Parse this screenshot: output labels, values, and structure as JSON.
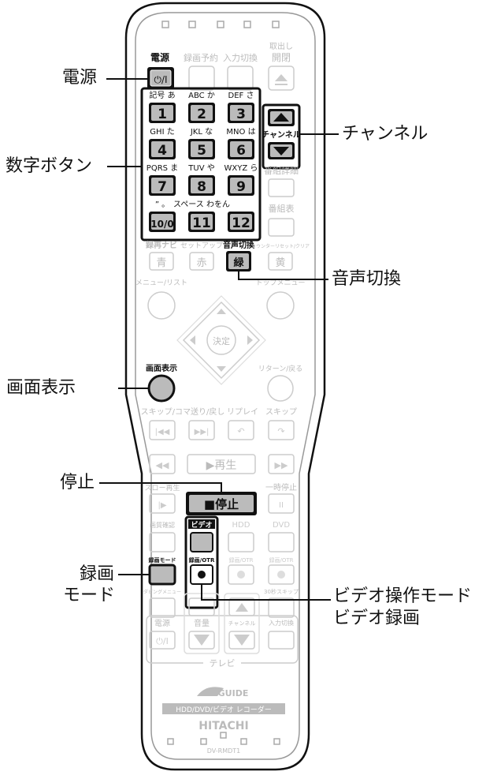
{
  "remote": {
    "top_buttons": [
      "電源",
      "録画予約",
      "入力切換",
      "取出し",
      "開閉"
    ],
    "power_glyph": "⏻/I",
    "numpad": [
      {
        "top": "記号 あ",
        "label": "1"
      },
      {
        "top": "ABC か",
        "label": "2"
      },
      {
        "top": "DEF さ",
        "label": "3"
      },
      {
        "top": "GHI た",
        "label": "4"
      },
      {
        "top": "JKL な",
        "label": "5"
      },
      {
        "top": "MNO は",
        "label": "6"
      },
      {
        "top": "PQRS ま",
        "label": "7"
      },
      {
        "top": "TUV や",
        "label": "8"
      },
      {
        "top": "WXYZ ら",
        "label": "9"
      },
      {
        "top": "” 。",
        "label": "10/0"
      },
      {
        "top": "スペース わをん",
        "label": "11"
      },
      {
        "top": "",
        "label": "12"
      }
    ],
    "channel_label": "チャンネル",
    "side_buttons": [
      "番組詳細",
      "番組表"
    ],
    "color_row_labels": [
      "録再ナビ",
      "セットアップ",
      "音声切換",
      "カウンターリセット/クリア"
    ],
    "color_buttons": [
      "青",
      "赤",
      "緑",
      "黄"
    ],
    "menu_list": "メニュー/リスト",
    "top_menu": "トップメニュー",
    "enter": "決定",
    "display": "画面表示",
    "return": "リターン/戻る",
    "skip_row_labels": [
      "スキップ/コマ送り/戻し",
      "リプレイ",
      "スキップ"
    ],
    "play": "▶再生",
    "slow_label": "スロー再生",
    "pause_label": "一時停止",
    "stop": "■停止",
    "mode_labels": [
      "ビデオ",
      "HDD",
      "DVD"
    ],
    "quality": "画質確認",
    "rec_mode": "録画モード",
    "rec_otr": "録画/OTR",
    "dubbing": "ダビングメニュー",
    "skip30": "30秒スキップ",
    "tv_power": "電源",
    "volume": "音量",
    "tv_channel": "チャンネル",
    "tv_input": "入力切換",
    "tv_label": "テレビ",
    "guide_logo": "GUIDE",
    "banner": "HDD/DVD/ビデオ レコーダー",
    "brand": "HITACHI",
    "model": "DV-RMDT1"
  },
  "callouts": {
    "power": "電源",
    "numbers": "数字ボタン",
    "channel": "チャンネル",
    "audio": "音声切換",
    "display": "画面表示",
    "stop": "停止",
    "rec_mode_1": "録画",
    "rec_mode_2": "モード",
    "video_1": "ビデオ操作モード",
    "video_2": "ビデオ録画"
  }
}
